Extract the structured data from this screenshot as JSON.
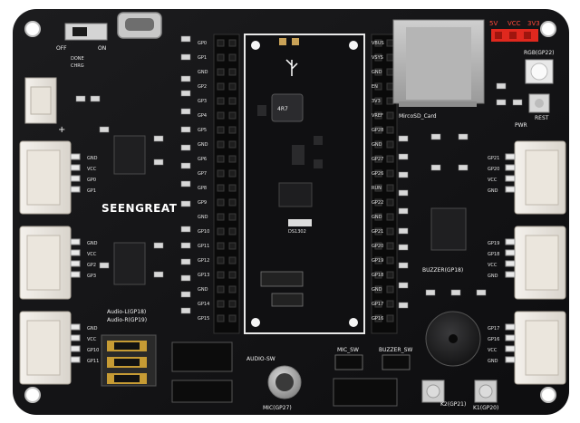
{
  "board": {
    "brand": "SEENGREAT",
    "power_switch": {
      "off": "OFF",
      "on": "ON"
    },
    "leds": {
      "done": "DONE",
      "chrg": "CHRG"
    },
    "plus_mark": "+",
    "voltage_select": {
      "v5": "5V",
      "vcc": "VCC",
      "v33": "3V3"
    },
    "rgb_label": "RGB(GP22)",
    "reset_label": "REST",
    "pwr_label": "PWR",
    "sd_label": "MircoSD_Card",
    "mcu_chip_label": "DS1302",
    "inductor_label": "4R7",
    "buzzer_label": "BUZZER(GP18)",
    "audio_labels": {
      "left": "Audio-L(GP18)",
      "right": "Audio-R(GP19)"
    },
    "audio_sw": "AUDIO-SW",
    "mic_sw": "MIC_SW",
    "buzzer_sw": "BUZZER_SW",
    "mic_label": "MIC(GP27)",
    "k1_label": "K1(GP20)",
    "k2_label": "K2(GP21)",
    "left_header_pins": [
      "GP0",
      "GP1",
      "GND",
      "GP2",
      "GP3",
      "GP4",
      "GP5",
      "GND",
      "GP6",
      "GP7",
      "GP8",
      "GP9",
      "GND",
      "GP10",
      "GP11",
      "GP12",
      "GP13",
      "GND",
      "GP14",
      "GP15"
    ],
    "right_header_pins": [
      "VBUS",
      "VSYS",
      "GND",
      "EN",
      "3V3",
      "VREF",
      "GP28",
      "GND",
      "GP27",
      "GP26",
      "RUN",
      "GP22",
      "GND",
      "GP21",
      "GP20",
      "GP19",
      "GP18",
      "GND",
      "GP17",
      "GP16"
    ],
    "left_groves": [
      {
        "pins": [
          "GND",
          "VCC",
          "GP0",
          "GP1"
        ]
      },
      {
        "pins": [
          "GND",
          "VCC",
          "GP2",
          "GP3"
        ]
      },
      {
        "pins": [
          "GND",
          "VCC",
          "GP10",
          "GP11"
        ]
      }
    ],
    "right_groves": [
      {
        "pins": [
          "GP21",
          "GP20",
          "VCC",
          "GND"
        ]
      },
      {
        "pins": [
          "GP19",
          "GP18",
          "VCC",
          "GND"
        ]
      },
      {
        "pins": [
          "GP17",
          "GP16",
          "VCC",
          "GND"
        ]
      }
    ]
  }
}
